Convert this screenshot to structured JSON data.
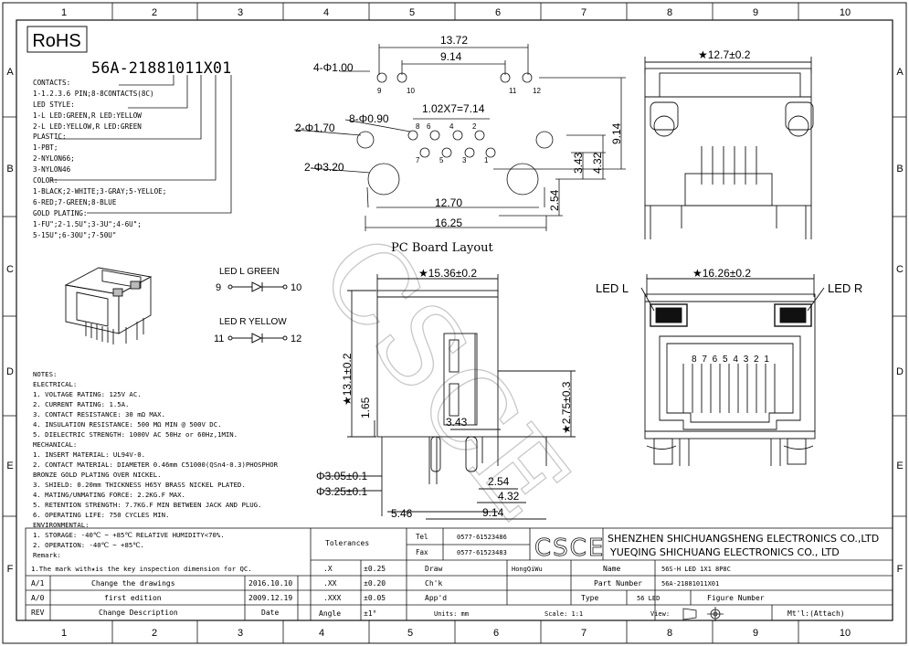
{
  "frame": {
    "columns": [
      "1",
      "2",
      "3",
      "4",
      "5",
      "6",
      "7",
      "8",
      "9",
      "10"
    ],
    "rows": [
      "A",
      "B",
      "C",
      "D",
      "E",
      "F"
    ]
  },
  "rohs": "RoHS",
  "part_code": "56A-21881011X01",
  "options": [
    "CONTACTS:",
    "1-1.2.3.6 PIN;8-8CONTACTS(8C)",
    "LED STYLE:",
    "1-L LED:GREEN,R LED:YELLOW",
    "2-L LED:YELLOW,R LED:GREEN",
    "PLASTIC:",
    "1-PBT;",
    "2-NYLON66;",
    "3-NYLON46",
    "COLOR:",
    "1-BLACK;2-WHITE;3-GRAY;5-YELLOE;",
    "6-RED;7-GREEN;8-BLUE",
    "GOLD PLATING:",
    "1-FU\";2-1.5U\";3-3U\";4-6U\";",
    "5-15U\";6-30U\";7-50U\""
  ],
  "led_l": {
    "label": "LED L GREEN",
    "pin_a": "9",
    "pin_b": "10"
  },
  "led_r": {
    "label": "LED R YELLOW",
    "pin_a": "11",
    "pin_b": "12"
  },
  "notes": [
    "NOTES:",
    "ELECTRICAL:",
    "1. VOLTAGE RATING: 125V AC.",
    "2. CURRENT RATING: 1.5A.",
    "3. CONTACT RESISTANCE: 30 mΩ MAX.",
    "4. INSULATION RESISTANCE: 500 MΩ MIN @ 500V DC.",
    "5. DIELECTRIC STRENGTH: 1000V AC 50Hz or 60Hz,1MIN.",
    "MECHANICAL:",
    "1. INSERT MATERIAL: UL94V-0.",
    "2. CONTACT MATERIAL: DIAMETER 0.46mm C51000(QSn4-0.3)PHOSPHOR",
    "         BRONZE GOLD PLATING OVER NICKEL.",
    "3. SHIELD: 0.20mm THICKNESS H65Y BRASS NICKEL PLATED.",
    "4. MATING/UNMATING FORCE: 2.2KG.F MAX.",
    "5. RETENTION STRENGTH: 7.7KG.F MIN BETWEEN JACK AND PLUG.",
    "6. OPERATING LIFE: 750 CYCLES MIN.",
    "ENVIRONMENTAL:",
    "1. STORAGE: -40℃ ~ +85℃ RELATIVE HUMIDITY<70%.",
    "2. OPERATION: -40℃ ~ +85℃.",
    "Remark:",
    "1.The mark with★is the key inspection dimension for QC."
  ],
  "pcb": {
    "title": "PC Board Layout",
    "dims": {
      "d1372": "13.72",
      "d914": "9.14",
      "d4_100": "4-Φ1.00",
      "d102x7": "1.02X7=7.14",
      "d8_090": "8-Φ0.90",
      "d2_170": "2-Φ1.70",
      "d2_320": "2-Φ3.20",
      "d1270": "12.70",
      "d1625": "16.25",
      "d914v": "9.14",
      "d432": "4.32",
      "d343": "3.43",
      "d254": "2.54"
    },
    "pins": [
      "9",
      "10",
      "11",
      "12",
      "8",
      "7",
      "6",
      "5",
      "4",
      "3",
      "2",
      "1"
    ]
  },
  "side": {
    "d1536": "★15.36±0.2",
    "d131": "★13.1±0.2",
    "d165": "1.65",
    "d343": "3.43",
    "d275": "★2.75±0.3",
    "d305": "Φ3.05±0.1",
    "d325": "Φ3.25±0.1",
    "d546": "5.46",
    "d254": "2.54",
    "d432": "4.32",
    "d914": "9.14"
  },
  "top_view": {
    "d127": "★12.7±0.2"
  },
  "front": {
    "d1626": "★16.26±0.2",
    "led_l": "LED L",
    "led_r": "LED R",
    "pins": "8 7 6 5 4 3 2 1"
  },
  "watermark": "CSCE",
  "title_block": {
    "tolerances": "Tolerances",
    "tel_label": "Tel",
    "tel": "0577-61523486",
    "fax_label": "Fax",
    "fax": "0577-61523483",
    "logo": "CSCE",
    "company1": "SHENZHEN SHICHUANGSHENG ELECTRONICS CO.,LTD",
    "company2": "YUEQING SHICHUANG ELECTRONICS CO., LTD",
    "tol_rows": [
      {
        "k": ".X",
        "v": "±0.25",
        "role": "Draw",
        "who": "HongQiWu"
      },
      {
        "k": ".XX",
        "v": "±0.20",
        "role": "Ch'k",
        "who": ""
      },
      {
        "k": ".XXX",
        "v": "±0.05",
        "role": "App'd",
        "who": ""
      },
      {
        "k": "Angle",
        "v": "±1°",
        "role": "Units: mm",
        "who": "Scale: 1:1"
      }
    ],
    "name_label": "Name",
    "name": "56S-H LED 1X1 8P8C",
    "partno_label": "Part Number",
    "partno": "56A-21881011X01",
    "type_label": "Type",
    "type": "56 LED",
    "figure_label": "Figure Number",
    "view_label": "View:",
    "mtl": "Mt'l:(Attach)",
    "rev_rows": [
      {
        "rev": "A/1",
        "desc": "Change the drawings",
        "date": "2016.10.10"
      },
      {
        "rev": "A/0",
        "desc": "first edition",
        "date": "2009.12.19"
      },
      {
        "rev": "REV",
        "desc": "Change Description",
        "date": "Date"
      }
    ],
    "remark": "1.The mark with★is the key inspection dimension for QC."
  }
}
